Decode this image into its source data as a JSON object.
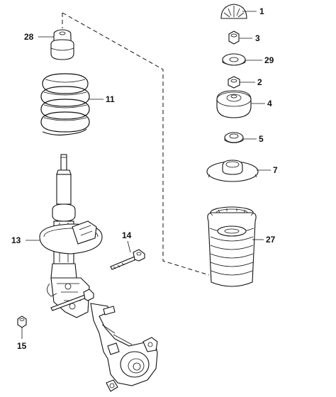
{
  "callouts": {
    "c1": "1",
    "c3": "3",
    "c29": "29",
    "c2": "2",
    "c4": "4",
    "c5": "5",
    "c7": "7",
    "c27": "27",
    "c28": "28",
    "c11": "11",
    "c13": "13",
    "c14": "14",
    "c15": "15"
  }
}
